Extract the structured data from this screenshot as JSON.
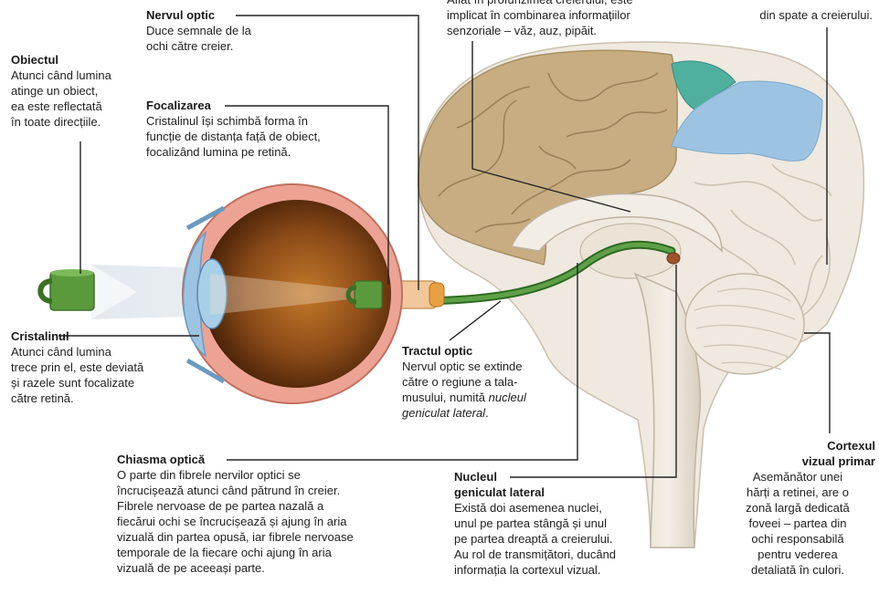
{
  "labels": {
    "top_cut": {
      "body": "Aflat în profunzimea creierului, este\nimplicat în combinarea informațiilor\nsenzoriale – văz, auz, pipăit."
    },
    "top_right_cut": {
      "body": "din spate a creierului."
    },
    "nervul_optic": {
      "title": "Nervul optic",
      "body": "Duce semnale de la\nochi către creier."
    },
    "obiectul": {
      "title": "Obiectul",
      "body": "Atunci când lumina\natinge un obiect,\nea este reflectată\nîn toate direcțiile."
    },
    "focalizarea": {
      "title": "Focalizarea",
      "body": "Cristalinul își schimbă forma în\nfuncție de distanța față de obiect,\nfocalizând lumina pe retină."
    },
    "cristalinul": {
      "title": "Cristalinul",
      "body": "Atunci când lumina\ntrece prin el, este deviată\nși razele sunt focalizate\ncătre retină."
    },
    "tractul_optic": {
      "title": "Tractul optic",
      "body": "Nervul optic se extinde\ncătre o regiune a tala-\nmusului, numită",
      "body_italic": "nucleul\ngeniculat lateral",
      "body_end": "."
    },
    "chiasma": {
      "title": "Chiasma optică",
      "body": "O parte din fibrele nervilor optici se\nîncrucișează atunci când pătrund în creier.\nFibrele nervoase de pe partea nazală a\nfiecărui ochi se încrucișează și ajung în aria\nvizuală din partea opusă, iar fibrele nervoase\ntemporale de la fiecare ochi ajung în aria\nvizuală de pe aceeași parte."
    },
    "nucleul": {
      "title": "Nucleul\ngeniculat lateral",
      "body": "Există doi asemenea nuclei,\nunul pe partea stângă și unul\npe partea dreaptă a creierului.\nAu rol de transmițători, ducând\ninformația la cortexul vizual."
    },
    "cortexul": {
      "title": "Cortexul\nvizual primar",
      "body": "Asemănător unei\nhărți a retinei, are o\nzonă largă dedicată\nfoveei – partea din\nochi responsabilă\npentru vederea\ndetaliată în culori."
    }
  },
  "colors": {
    "lobe_tan": "#c8ad82",
    "lobe_tan_dark": "#a88e64",
    "brain_base": "#efe9df",
    "brain_shade": "#d9d0c2",
    "visual_blue": "#9cc4e2",
    "visual_teal": "#4fb0a0",
    "optic_tract": "#4a8a3a",
    "eye_inner": "#8a4a18",
    "eye_shell": "#e8a090",
    "mug_green": "#5a9a3c",
    "leader": "#222222"
  }
}
